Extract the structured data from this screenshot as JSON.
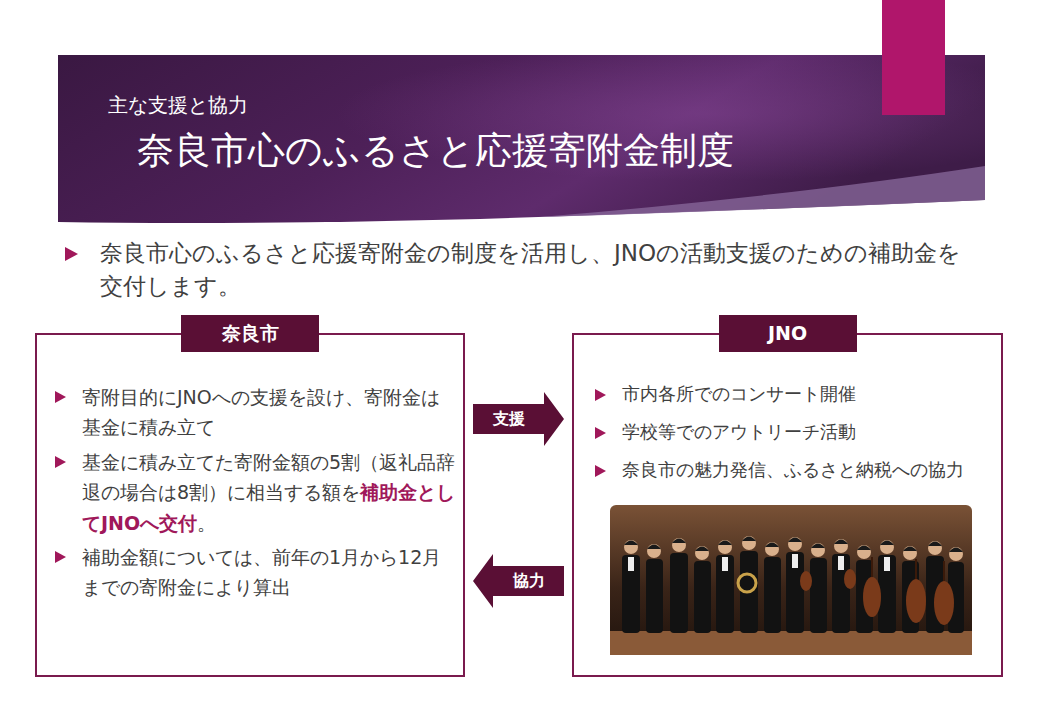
{
  "diagram": {
    "title": "奈良市心のふるさと応援寄附金制度",
    "nodes": [
      {
        "text": [
          "奈良市",
          "寄附目的にJNOへの支援を設け、寄附金は基金に積み立て",
          "基金に積み立てた寄附金額の5割（返礼品辞退の場合は8割）に相当する額を",
          "補助金としてJNOへ交付",
          "。",
          "補助金額については、前年の1月から12月までの寄附金により算出"
        ]
      },
      {
        "text": [
          "JNO",
          "市内各所でのコンサート開催",
          "学校等でのアウトリーチ活動",
          "奈良市の魅力発信、ふるさと納税への協力"
        ]
      }
    ],
    "edges": [
      {
        "from": 0,
        "to": 1,
        "arrow": "to",
        "label": "支援"
      },
      {
        "from": 1,
        "to": 0,
        "arrow": "to",
        "label": "協力"
      }
    ],
    "labels": [
      "主な支援と協力",
      "奈良市心のふるさと応援寄附金の制度を活用し、JNOの活動支援のための補助金を交付します。"
    ]
  }
}
